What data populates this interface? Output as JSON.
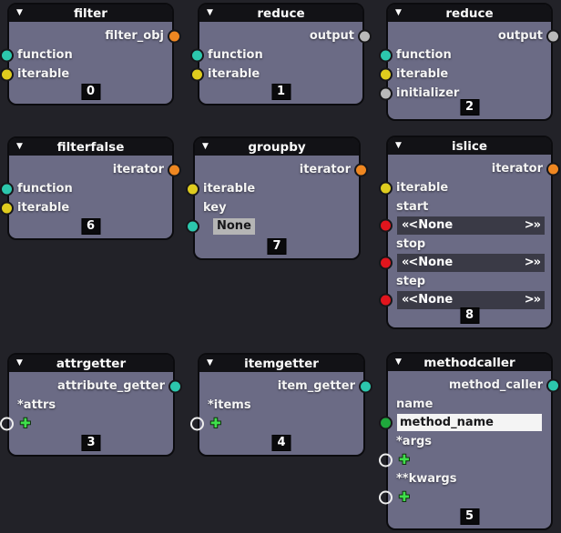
{
  "ui": {
    "collapse_glyph": "▼",
    "add_glyph": "✚"
  },
  "colors": {
    "canvas_bg": "#222228",
    "node_body": "#6b6b85",
    "node_header": "#121216",
    "widget_bg": "#3a3a46",
    "port_teal": "#2cc7ad",
    "port_yellow": "#dfcc1e",
    "port_orange": "#ef8721",
    "port_gray": "#b9b9b9",
    "port_red": "#e1151d",
    "port_green": "#1fa83c",
    "plus_green": "#3fdf4b"
  },
  "nodes": [
    {
      "title": "filter",
      "badge": "0",
      "output": {
        "label": "filter_obj"
      },
      "inputs": [
        {
          "label": "function"
        },
        {
          "label": "iterable"
        }
      ]
    },
    {
      "title": "reduce",
      "badge": "1",
      "output": {
        "label": "output"
      },
      "inputs": [
        {
          "label": "function"
        },
        {
          "label": "iterable"
        }
      ]
    },
    {
      "title": "reduce",
      "badge": "2",
      "output": {
        "label": "output"
      },
      "inputs": [
        {
          "label": "function"
        },
        {
          "label": "iterable"
        },
        {
          "label": "initializer"
        }
      ]
    },
    {
      "title": "filterfalse",
      "badge": "6",
      "output": {
        "label": "iterator"
      },
      "inputs": [
        {
          "label": "function"
        },
        {
          "label": "iterable"
        }
      ]
    },
    {
      "title": "groupby",
      "badge": "7",
      "output": {
        "label": "iterator"
      },
      "inputs": [
        {
          "label": "iterable"
        },
        {
          "label": "key",
          "value": "None"
        }
      ]
    },
    {
      "title": "islice",
      "badge": "8",
      "output": {
        "label": "iterator"
      },
      "inputs": [
        {
          "label": "iterable"
        },
        {
          "label": "start",
          "dec": "«<",
          "value": "None",
          "inc": ">»"
        },
        {
          "label": "stop",
          "dec": "«<",
          "value": "None",
          "inc": ">»"
        },
        {
          "label": "step",
          "dec": "«<",
          "value": "None",
          "inc": ">»"
        }
      ]
    },
    {
      "title": "attrgetter",
      "badge": "3",
      "output": {
        "label": "attribute_getter"
      },
      "inputs": [
        {
          "label": "*attrs"
        }
      ]
    },
    {
      "title": "itemgetter",
      "badge": "4",
      "output": {
        "label": "item_getter"
      },
      "inputs": [
        {
          "label": "*items"
        }
      ]
    },
    {
      "title": "methodcaller",
      "badge": "5",
      "output": {
        "label": "method_caller"
      },
      "inputs": [
        {
          "label": "name",
          "value": "method_name"
        },
        {
          "label": "*args"
        },
        {
          "label": "**kwargs"
        }
      ]
    }
  ]
}
